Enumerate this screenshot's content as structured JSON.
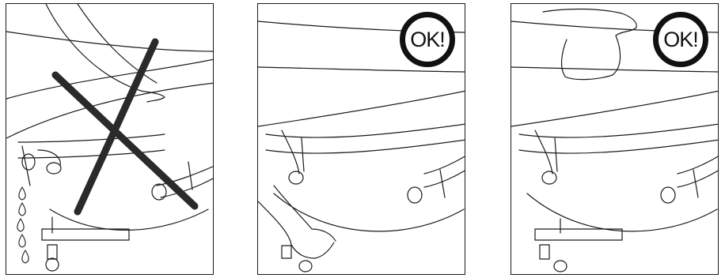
{
  "panels": [
    {
      "id": "wrong",
      "badge": null
    },
    {
      "id": "correct-1",
      "badge": "OK!"
    },
    {
      "id": "correct-2",
      "badge": "OK!"
    }
  ],
  "colors": {
    "ink": "#1a1a1a",
    "cross": "#2a2a2a",
    "background": "#ffffff"
  },
  "icons": [
    "water-drop-icon",
    "cross-mark-icon",
    "ok-badge-icon"
  ]
}
